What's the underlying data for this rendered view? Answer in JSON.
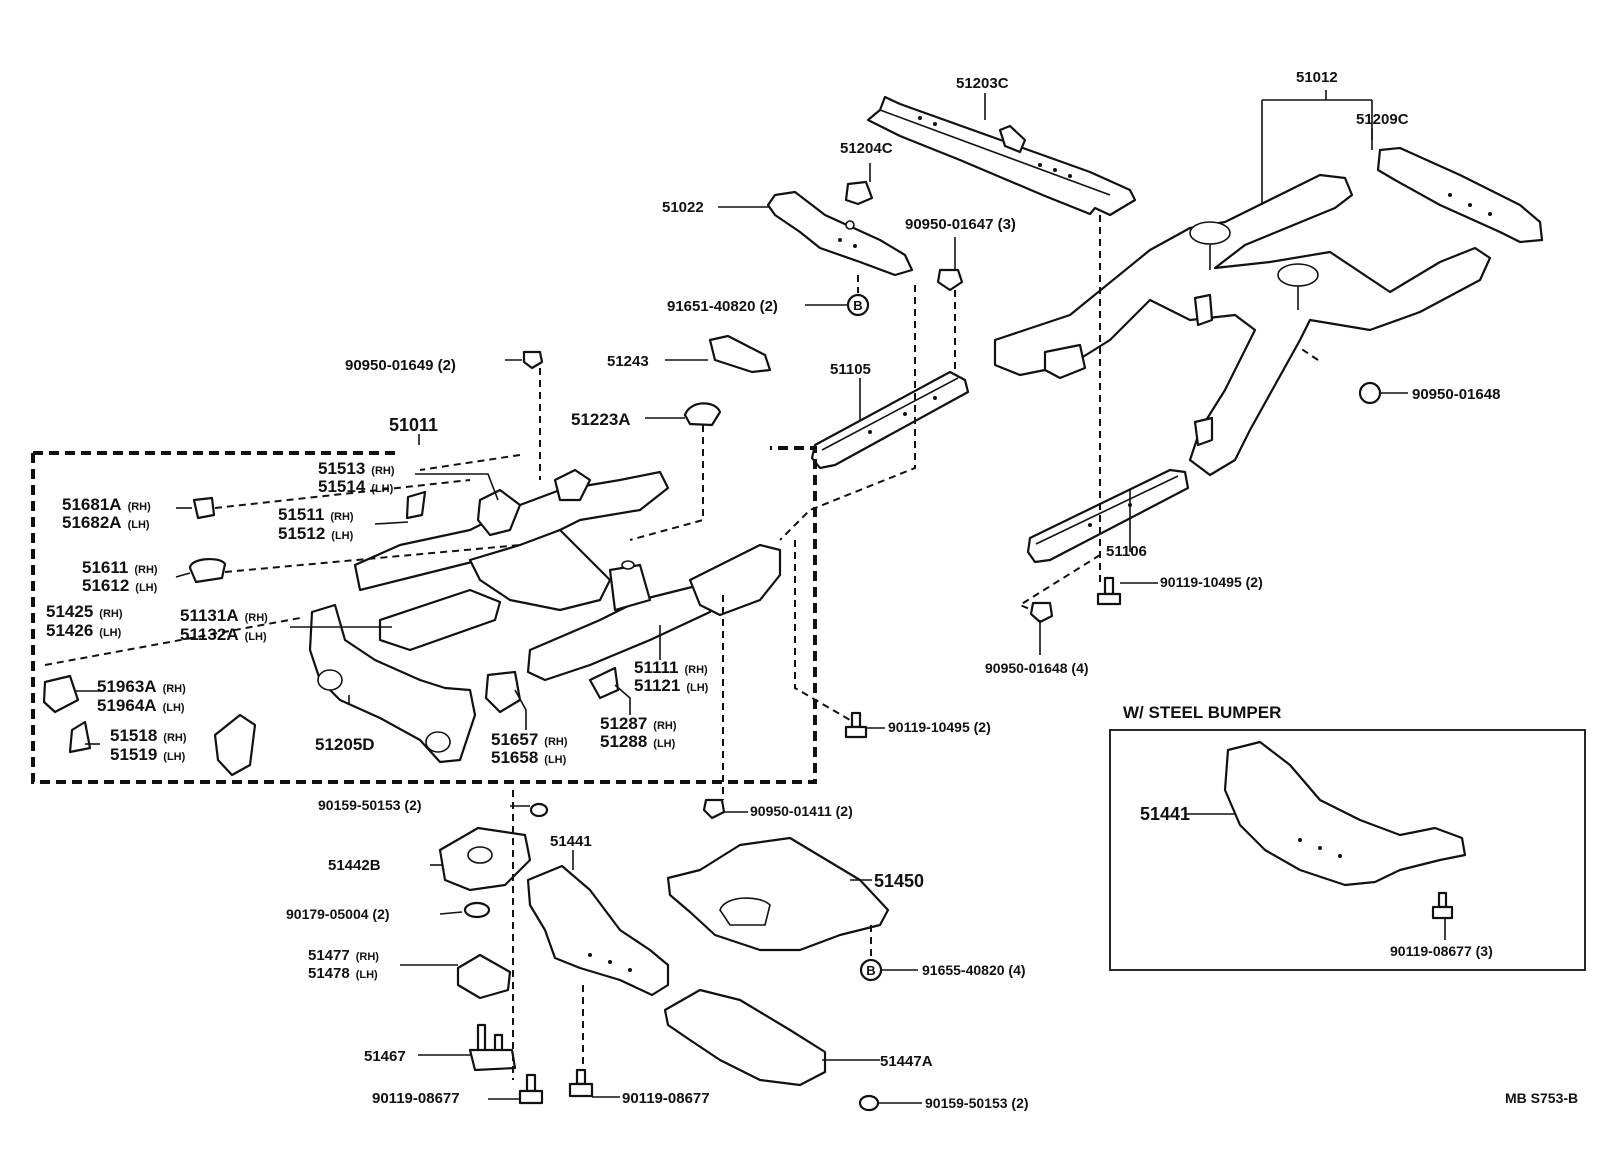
{
  "diagram": {
    "code": "MB  S753-B",
    "inset_title": "W/ STEEL  BUMPER",
    "circle_marker": "B",
    "labels": {
      "p51203C": "51203C",
      "p51012": "51012",
      "p51209C": "51209C",
      "p51204C": "51204C",
      "p51022": "51022",
      "p90950_01647": "90950-01647 (3)",
      "p91651_40820": "91651-40820 (2)",
      "p90950_01649": "90950-01649 (2)",
      "p51243": "51243",
      "p51105": "51105",
      "p90950_01648a": "90950-01648",
      "p51223A": "51223A",
      "p51011": "51011",
      "p51513": "51513",
      "p51514": "51514",
      "p51681A": "51681A",
      "p51682A": "51682A",
      "p51511": "51511",
      "p51512": "51512",
      "p51611": "51611",
      "p51612": "51612",
      "p51425": "51425",
      "p51426": "51426",
      "p51131A": "51131A",
      "p51132A": "51132A",
      "p51963A": "51963A",
      "p51964A": "51964A",
      "p51518": "51518",
      "p51519": "51519",
      "p51205D": "51205D",
      "p51657": "51657",
      "p51658": "51658",
      "p51111": "51111",
      "p51121": "51121",
      "p51287": "51287",
      "p51288": "51288",
      "p51106": "51106",
      "p90119_10495a": "90119-10495 (2)",
      "p90950_01648b": "90950-01648 (4)",
      "p90119_10495b": "90119-10495 (2)",
      "p90159_50153a": "90159-50153 (2)",
      "p90950_01411": "90950-01411 (2)",
      "p51442B": "51442B",
      "p51441a": "51441",
      "p51450": "51450",
      "p90179_05004": "90179-05004 (2)",
      "p91655_40820": "91655-40820 (4)",
      "p51477": "51477",
      "p51478": "51478",
      "p51467": "51467",
      "p51447A": "51447A",
      "p90119_08677a": "90119-08677",
      "p90119_08677b": "90119-08677",
      "p90159_50153b": "90159-50153 (2)",
      "p51441b": "51441",
      "p90119_08677c": "90119-08677 (3)"
    },
    "suffix": {
      "rh": "(RH)",
      "lh": "(LH)"
    }
  }
}
